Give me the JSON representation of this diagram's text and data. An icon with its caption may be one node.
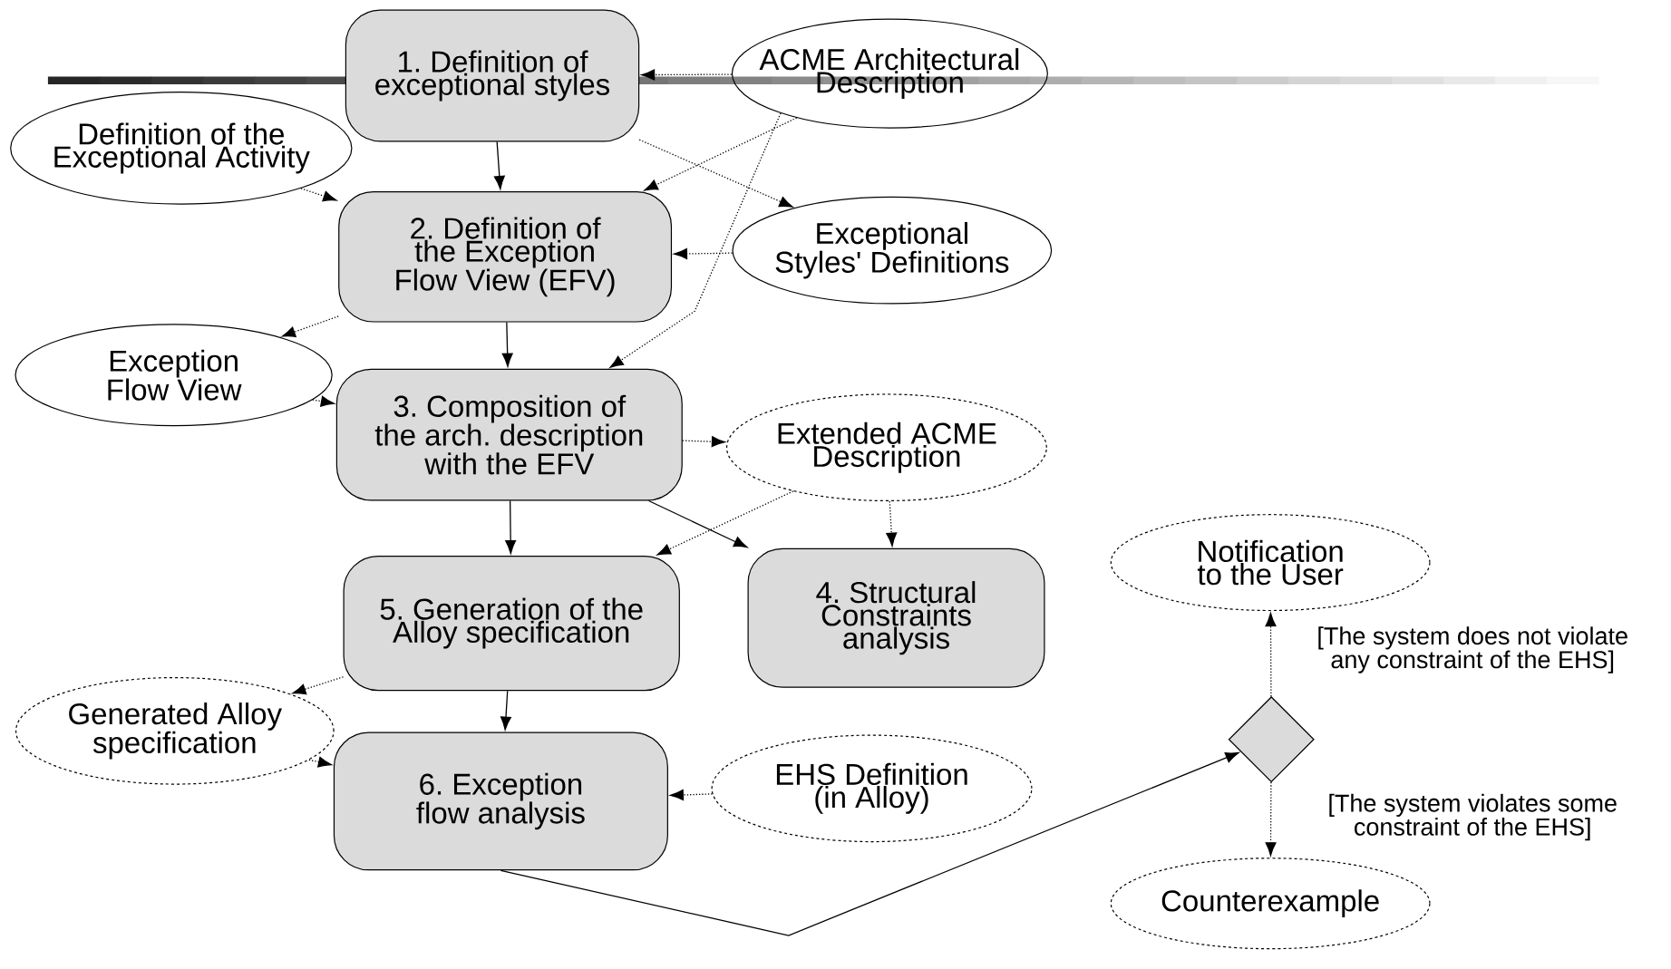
{
  "diagram": {
    "nodes": [
      {
        "text": [
          "1. Definition of exceptional styles"
        ]
      },
      {
        "text": [
          "ACME Architectural Description"
        ]
      },
      {
        "text": [
          "Definition of the Exceptional Activity"
        ]
      },
      {
        "text": [
          "2. Definition of the Exception Flow View (EFV)"
        ]
      },
      {
        "text": [
          "Exceptional Styles' Definitions"
        ]
      },
      {
        "text": [
          "Exception Flow View"
        ]
      },
      {
        "text": [
          "3. Composition of the arch. description with the EFV"
        ]
      },
      {
        "text": [
          "Extended ACME Description"
        ]
      },
      {
        "text": [
          "4. Structural Constraints analysis"
        ]
      },
      {
        "text": [
          "5. Generation of the Alloy specification"
        ]
      },
      {
        "text": [
          "Generated Alloy specification"
        ]
      },
      {
        "text": [
          "6. Exception flow analysis"
        ]
      },
      {
        "text": [
          "EHS Definition (in Alloy)"
        ]
      },
      {
        "text": [],
        "shape": "diamond"
      },
      {
        "text": [
          "Notification to the User"
        ]
      },
      {
        "text": [
          "Counterexample"
        ]
      }
    ],
    "edges": [
      {
        "from": 1,
        "to": 0,
        "arrow": "to",
        "style": "dashed"
      },
      {
        "from": 0,
        "to": 3,
        "arrow": "to"
      },
      {
        "from": 0,
        "to": 4,
        "arrow": "to",
        "style": "dashed"
      },
      {
        "from": 1,
        "to": 3,
        "arrow": "to",
        "style": "dashed"
      },
      {
        "from": 1,
        "to": 6,
        "arrow": "to",
        "style": "dashed"
      },
      {
        "from": 2,
        "to": 3,
        "arrow": "to",
        "style": "dashed"
      },
      {
        "from": 4,
        "to": 3,
        "arrow": "to",
        "style": "dashed"
      },
      {
        "from": 3,
        "to": 5,
        "arrow": "to",
        "style": "dashed"
      },
      {
        "from": 3,
        "to": 6,
        "arrow": "to"
      },
      {
        "from": 5,
        "to": 6,
        "arrow": "to",
        "style": "dashed"
      },
      {
        "from": 6,
        "to": 7,
        "arrow": "to",
        "style": "dashed"
      },
      {
        "from": 6,
        "to": 8,
        "arrow": "to"
      },
      {
        "from": 6,
        "to": 9,
        "arrow": "to"
      },
      {
        "from": 7,
        "to": 8,
        "arrow": "to",
        "style": "dashed"
      },
      {
        "from": 7,
        "to": 9,
        "arrow": "to",
        "style": "dashed"
      },
      {
        "from": 9,
        "to": 10,
        "arrow": "to",
        "style": "dashed"
      },
      {
        "from": 9,
        "to": 11,
        "arrow": "to"
      },
      {
        "from": 10,
        "to": 11,
        "arrow": "to",
        "style": "dashed"
      },
      {
        "from": 12,
        "to": 11,
        "arrow": "to",
        "style": "dashed"
      },
      {
        "from": 11,
        "to": 13,
        "arrow": "to"
      },
      {
        "from": 13,
        "to": 14,
        "arrow": "to",
        "style": "dashed",
        "label": "[The system does not violate any constraint of the EHS]"
      },
      {
        "from": 13,
        "to": 15,
        "arrow": "to",
        "style": "dashed",
        "label": "[The system violates some constraint of the EHS]"
      }
    ]
  }
}
